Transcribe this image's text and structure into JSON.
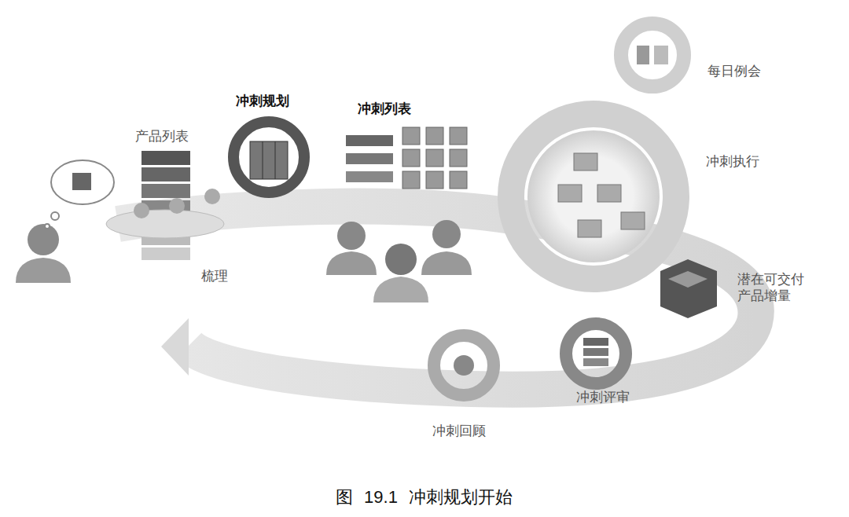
{
  "diagram": {
    "caption": "图 19.1 冲刺规划开始",
    "nodes": [
      {
        "text": [
          "产品列表"
        ]
      },
      {
        "text": [
          "冲刺规划"
        ]
      },
      {
        "text": [
          "冲刺列表"
        ]
      },
      {
        "text": [
          "每日例会"
        ]
      },
      {
        "text": [
          "冲刺执行"
        ]
      },
      {
        "text": [
          "潜在可交付 产品增量"
        ]
      },
      {
        "text": [
          "冲刺评审"
        ]
      },
      {
        "text": [
          "冲刺回顾"
        ]
      }
    ],
    "labels": [
      "梳理"
    ]
  }
}
